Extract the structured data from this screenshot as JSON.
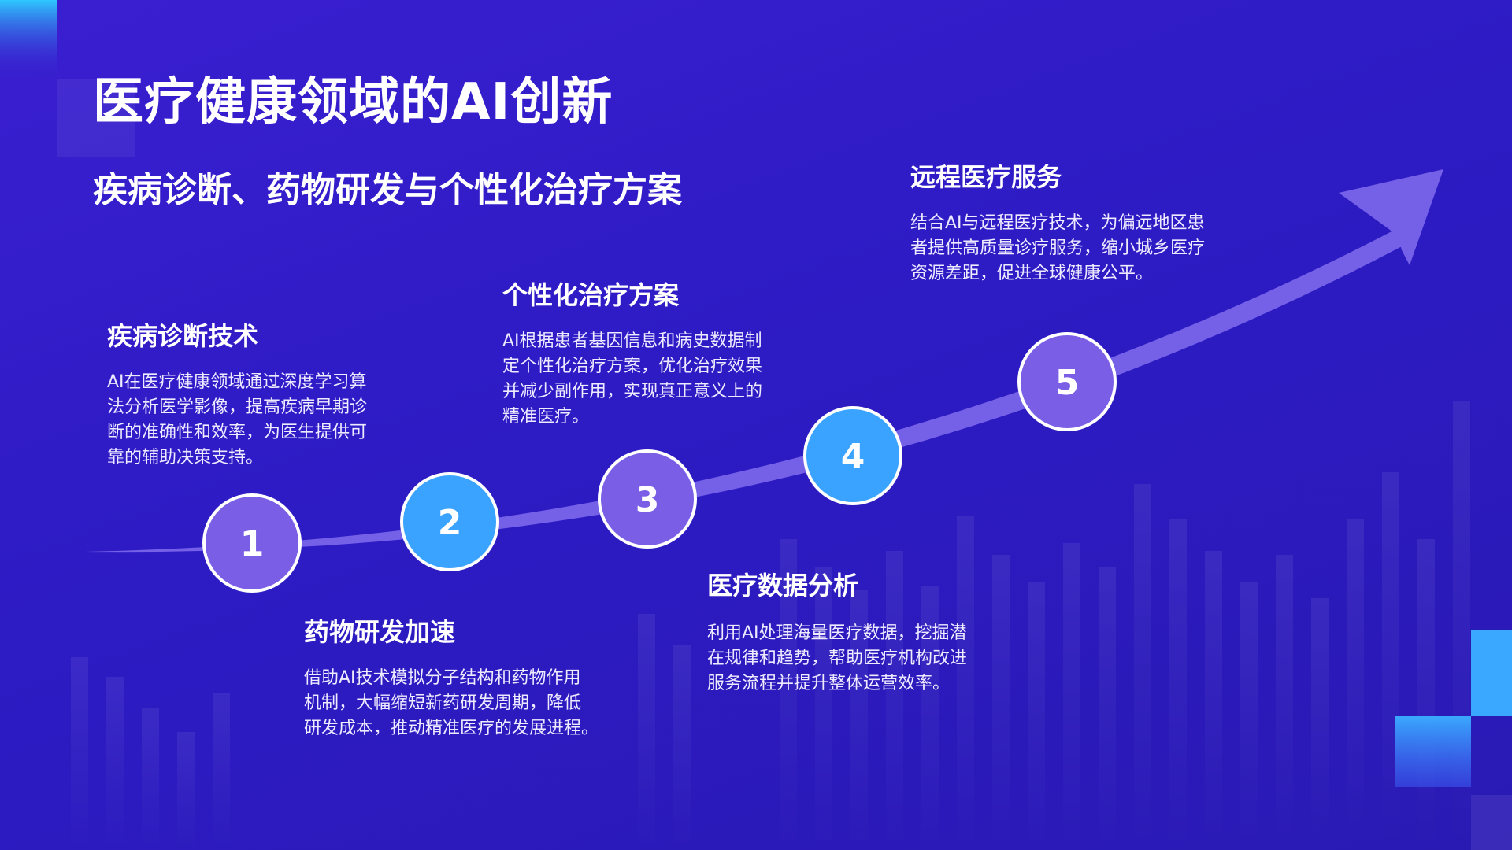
{
  "title": "医疗健康领域的AI创新",
  "subtitle": "疾病诊断、药物研发与个性化治疗方案",
  "colors": {
    "background": "#2d1bc4",
    "arrow": "#7560e8",
    "node_purple": "#7a5fe6",
    "node_blue": "#3aa3ff",
    "node_border": "#ffffff"
  },
  "steps": [
    {
      "number": "1",
      "title": "疾病诊断技术",
      "desc": "AI在医疗健康领域通过深度学习算\n法分析医学影像，提高疾病早期诊\n断的准确性和效率，为医生提供可\n靠的辅助决策支持。",
      "color": "#7a5fe6"
    },
    {
      "number": "2",
      "title": "药物研发加速",
      "desc": "借助AI技术模拟分子结构和药物作用\n机制，大幅缩短新药研发周期，降低\n研发成本，推动精准医疗的发展进程。",
      "color": "#3aa3ff"
    },
    {
      "number": "3",
      "title": "个性化治疗方案",
      "desc": "AI根据患者基因信息和病史数据制\n定个性化治疗方案，优化治疗效果\n并减少副作用，实现真正意义上的\n精准医疗。",
      "color": "#7a5fe6"
    },
    {
      "number": "4",
      "title": "医疗数据分析",
      "desc": "利用AI处理海量医疗数据，挖掘潜\n在规律和趋势，帮助医疗机构改进\n服务流程并提升整体运营效率。",
      "color": "#3aa3ff"
    },
    {
      "number": "5",
      "title": "远程医疗服务",
      "desc": "结合AI与远程医疗技术，为偏远地区患\n者提供高质量诊疗服务，缩小城乡医疗\n资源差距，促进全球健康公平。",
      "color": "#7a5fe6"
    }
  ]
}
